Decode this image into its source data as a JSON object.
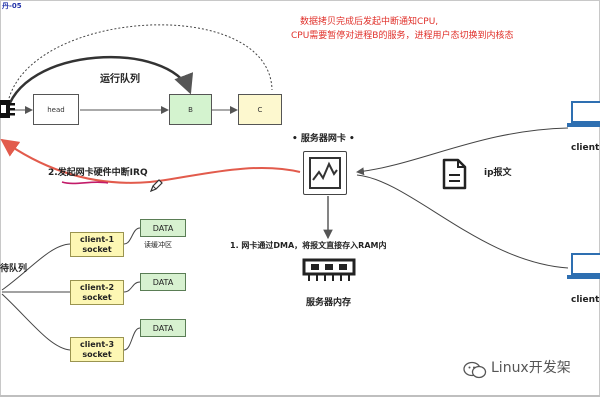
{
  "header": {
    "fragment": "丹-05"
  },
  "annotation": {
    "line1": "数据拷贝完成后发起中断通知CPU,",
    "line2": "CPU需要暂停对进程B的服务，进程用户态切换到内核态",
    "color": "#e0302a"
  },
  "run_queue": {
    "label": "运行队列",
    "nodes": [
      "head",
      "B",
      "C"
    ]
  },
  "nic": {
    "label": "服务器网卡"
  },
  "packet": {
    "label": "ip报文"
  },
  "clients": [
    "client",
    "client"
  ],
  "interrupt": {
    "label": "2.发起网卡硬件中断IRQ",
    "color": "#e25b4c"
  },
  "dma": {
    "label": "1. 网卡通过DMA，将报文直接存入RAM内"
  },
  "memory": {
    "label": "服务器内存"
  },
  "wait_queue": {
    "label": "待队列"
  },
  "sockets": [
    {
      "name": "client-1",
      "suffix": "socket",
      "data": "DATA",
      "note": "读缓冲区"
    },
    {
      "name": "client-2",
      "suffix": "socket",
      "data": "DATA",
      "note": ""
    },
    {
      "name": "client-3",
      "suffix": "socket",
      "data": "DATA",
      "note": ""
    }
  ],
  "colors": {
    "socket": "#fdf7b4",
    "data": "#d7f1d0",
    "process_b": "#d4f3cf",
    "process_c": "#fdf8cf",
    "arrow": "#555555"
  },
  "watermark": "Linux开发架"
}
